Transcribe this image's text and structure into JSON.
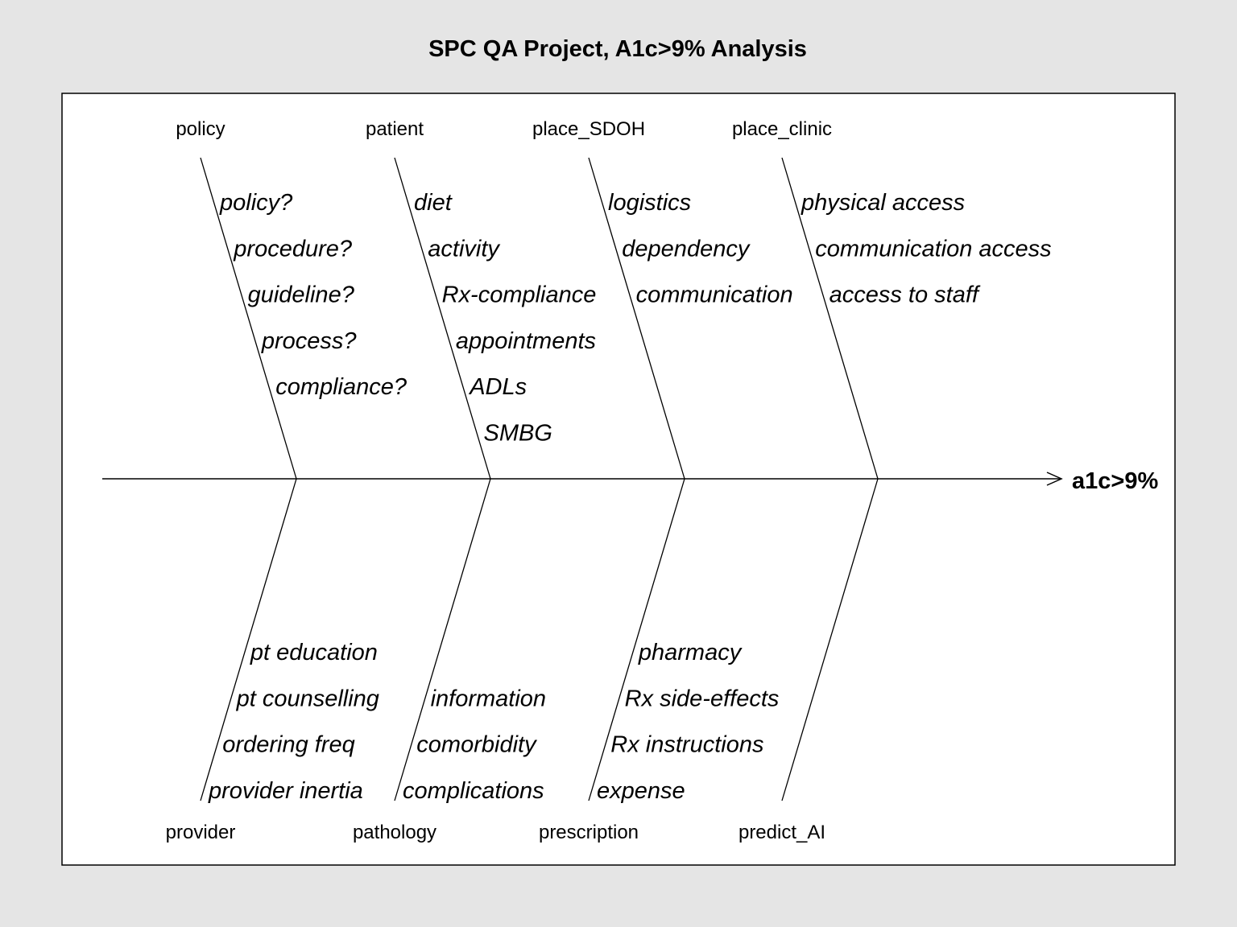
{
  "title": "SPC QA Project, A1c>9% Analysis",
  "effect": "a1c>9%",
  "top_branches": [
    {
      "category": "policy",
      "causes": [
        "policy?",
        "procedure?",
        "guideline?",
        "process?",
        "compliance?"
      ]
    },
    {
      "category": "patient",
      "causes": [
        "diet",
        "activity",
        "Rx-compliance",
        "appointments",
        "ADLs",
        "SMBG"
      ]
    },
    {
      "category": "place_SDOH",
      "causes": [
        "logistics",
        "dependency",
        "communication"
      ]
    },
    {
      "category": "place_clinic",
      "causes": [
        "physical access",
        "communication access",
        "access to staff"
      ]
    }
  ],
  "bottom_branches": [
    {
      "category": "provider",
      "causes": [
        "pt education",
        "pt counselling",
        "ordering freq",
        "provider inertia"
      ]
    },
    {
      "category": "pathology",
      "causes": [
        "information",
        "comorbidity",
        "complications"
      ]
    },
    {
      "category": "prescription",
      "causes": [
        "pharmacy",
        "Rx side-effects",
        "Rx instructions",
        "expense"
      ]
    },
    {
      "category": "predict_AI",
      "causes": []
    }
  ]
}
